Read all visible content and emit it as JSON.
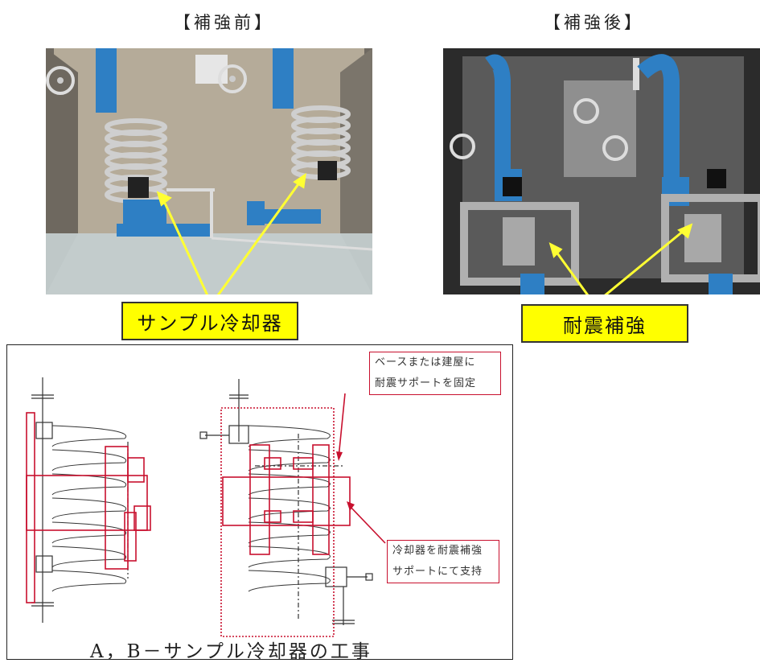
{
  "before": {
    "heading": "【補強前】",
    "label": "サンプル冷却器"
  },
  "after": {
    "heading": "【補強後】",
    "label": "耐震補強"
  },
  "drawing": {
    "callout_top": [
      "ベースまたは建屋に",
      "耐震サポートを固定"
    ],
    "callout_bottom": [
      "冷却器を耐震補強",
      "サポートにて支持"
    ],
    "caption": "A，B－サンプル冷却器の工事"
  },
  "colors": {
    "label_fill": "#ffff00",
    "arrow": "#ffff33",
    "callout_border": "#c8102e",
    "pipe_blue": "#2e7fc4"
  }
}
